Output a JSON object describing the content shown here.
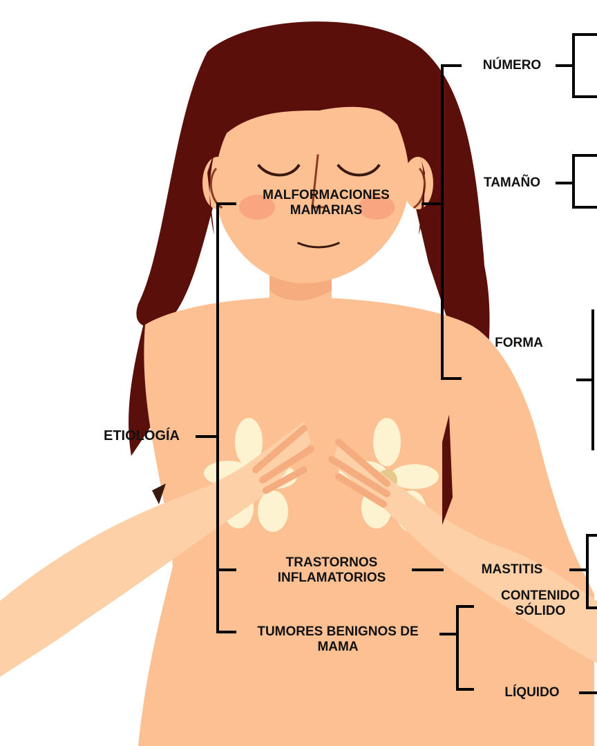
{
  "diagram": {
    "root": "ETIOLOGÍA",
    "branches": {
      "malformaciones": [
        "MALFORMACIONES",
        "MAMARIAS"
      ],
      "trastornos": [
        "TRASTORNOS",
        "INFLAMATORIOS"
      ],
      "tumores": [
        "TUMORES BENIGNOS DE",
        "MAMA"
      ]
    },
    "sub": {
      "numero": "NÚMERO",
      "tamano": "TAMAÑO",
      "forma": "FORMA",
      "mastitis": "MASTITIS",
      "contenido": [
        "CONTENIDO",
        "SÓLIDO"
      ],
      "liquido": "LÍQUIDO"
    }
  },
  "colors": {
    "hair": "#5a0f0a",
    "skin": "#fdc093",
    "skin_light": "#fdd0a8",
    "blush": "#f7a07c",
    "flower": "#fdf3d0",
    "flower_center": "#e6c88a",
    "line": "#000000"
  },
  "illustration": "woman-covering-chest-illustration"
}
